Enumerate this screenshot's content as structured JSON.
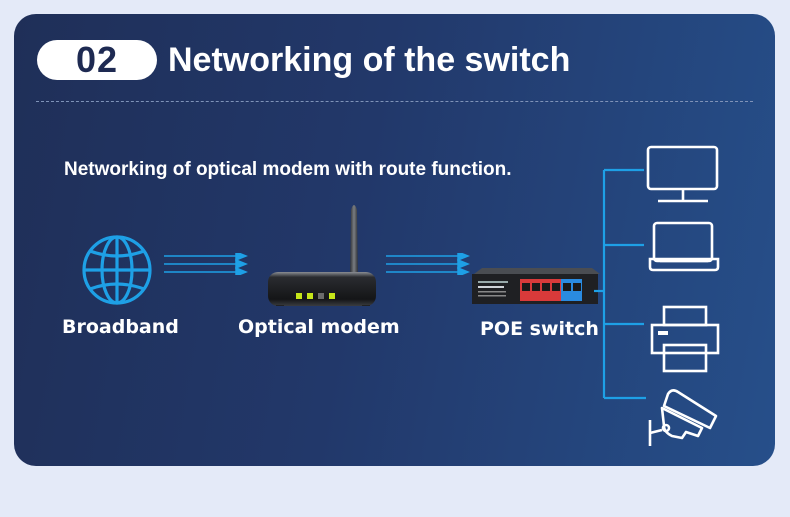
{
  "header": {
    "number": "02",
    "title": "Networking of the switch"
  },
  "subtitle": "Networking of optical modem with route function.",
  "nodes": [
    {
      "id": "broadband",
      "label": "Broadband",
      "icon": "globe-icon"
    },
    {
      "id": "optical-modem",
      "label": "Optical modem",
      "icon": "router-icon"
    },
    {
      "id": "poe-switch",
      "label": "POE switch",
      "icon": "switch-icon"
    }
  ],
  "endpoints": [
    {
      "id": "monitor",
      "icon": "monitor-icon"
    },
    {
      "id": "laptop",
      "icon": "laptop-icon"
    },
    {
      "id": "printer",
      "icon": "printer-icon"
    },
    {
      "id": "camera",
      "icon": "security-camera-icon"
    }
  ],
  "colors": {
    "accent": "#1ea0e6",
    "card_start": "#1f2f58",
    "card_end": "#264f8a",
    "page_bg": "#e4eaf8",
    "led_on": "#c6e619",
    "led_off": "#6b6b6b",
    "port_red": "#d93a3a",
    "port_blue": "#2a8be0"
  }
}
